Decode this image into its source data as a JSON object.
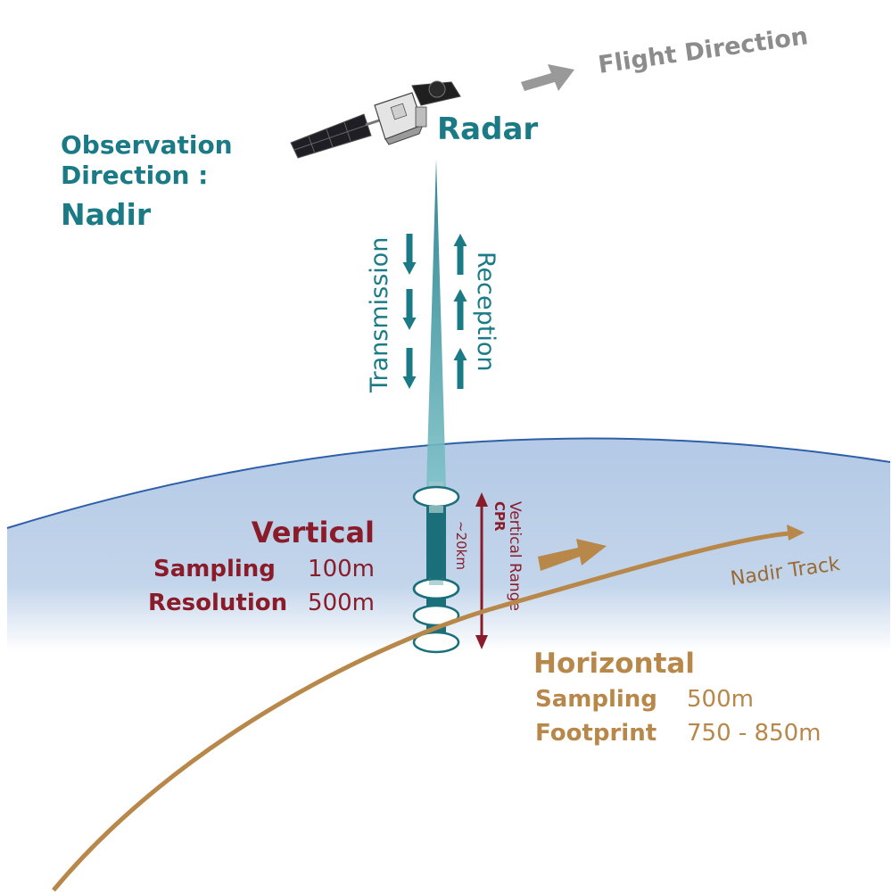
{
  "colors": {
    "teal": "#1a7a86",
    "dark_red": "#8a1c2a",
    "brown": "#b8874a",
    "gray": "#888888",
    "atmosphere": "#b5cbe6"
  },
  "satellite": {
    "icon": "satellite-icon",
    "label": "Radar"
  },
  "flight": {
    "label": "Flight Direction",
    "icon": "arrow-right-icon"
  },
  "observation": {
    "line1": "Observation",
    "line2": "Direction :",
    "value": "Nadir"
  },
  "beam": {
    "transmission_label": "Transmission",
    "reception_label": "Reception",
    "down_arrows": 3,
    "up_arrows": 3
  },
  "vertical": {
    "title": "Vertical",
    "sampling_label": "Sampling",
    "sampling_value": "100m",
    "resolution_label": "Resolution",
    "resolution_value": "500m"
  },
  "cpr": {
    "title": "CPR",
    "subtitle": "Vertical Range",
    "value": "~20km"
  },
  "track": {
    "label": "Nadir Track"
  },
  "horizontal": {
    "title": "Horizontal",
    "sampling_label": "Sampling",
    "sampling_value": "500m",
    "footprint_label": "Footprint",
    "footprint_value": "750 - 850m"
  }
}
